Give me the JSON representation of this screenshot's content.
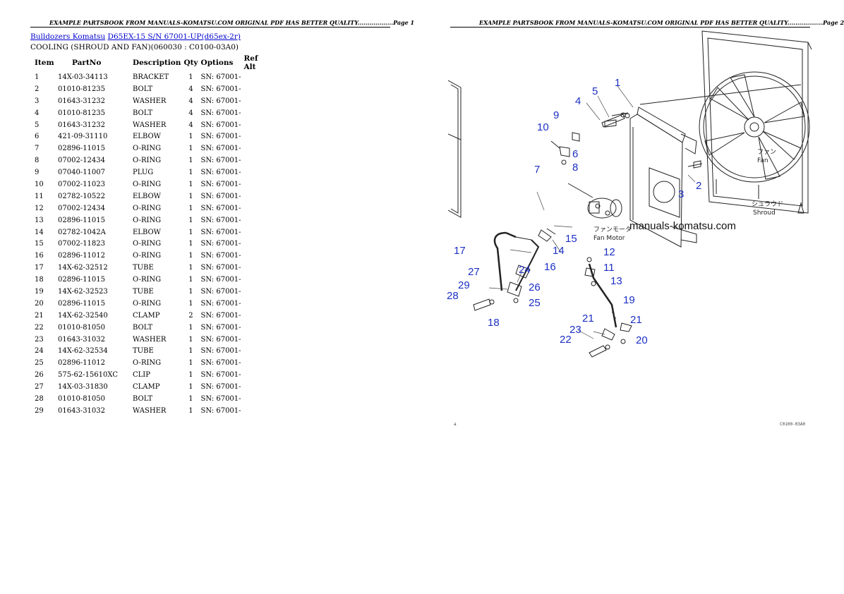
{
  "left_page": {
    "header": "EXAMPLE PARTSBOOK FROM MANUALS-KOMATSU.COM ORIGINAL PDF HAS BETTER QUALITY..................Page 1",
    "breadcrumb": {
      "link1": "Bulldozers Komatsu",
      "link2": "D65EX-15 S/N 67001-UP(d65ex-2r)"
    },
    "section_title": "COOLING (SHROUD AND FAN)(060030 : C0100-03A0)",
    "columns": [
      "Item",
      "PartNo",
      "Description",
      "Qty",
      "Options",
      "Ref Alt"
    ],
    "rows": [
      [
        "1",
        "14X-03-34113",
        "BRACKET",
        "1",
        "SN: 67001-",
        ""
      ],
      [
        "2",
        "01010-81235",
        "BOLT",
        "4",
        "SN: 67001-",
        ""
      ],
      [
        "3",
        "01643-31232",
        "WASHER",
        "4",
        "SN: 67001-",
        ""
      ],
      [
        "4",
        "01010-81235",
        "BOLT",
        "4",
        "SN: 67001-",
        ""
      ],
      [
        "5",
        "01643-31232",
        "WASHER",
        "4",
        "SN: 67001-",
        ""
      ],
      [
        "6",
        "421-09-31110",
        "ELBOW",
        "1",
        "SN: 67001-",
        ""
      ],
      [
        "7",
        "02896-11015",
        "O-RING",
        "1",
        "SN: 67001-",
        ""
      ],
      [
        "8",
        "07002-12434",
        "O-RING",
        "1",
        "SN: 67001-",
        ""
      ],
      [
        "9",
        "07040-11007",
        "PLUG",
        "1",
        "SN: 67001-",
        ""
      ],
      [
        "10",
        "07002-11023",
        "O-RING",
        "1",
        "SN: 67001-",
        ""
      ],
      [
        "11",
        "02782-10522",
        "ELBOW",
        "1",
        "SN: 67001-",
        ""
      ],
      [
        "12",
        "07002-12434",
        "O-RING",
        "1",
        "SN: 67001-",
        ""
      ],
      [
        "13",
        "02896-11015",
        "O-RING",
        "1",
        "SN: 67001-",
        ""
      ],
      [
        "14",
        "02782-1042A",
        "ELBOW",
        "1",
        "SN: 67001-",
        ""
      ],
      [
        "15",
        "07002-11823",
        "O-RING",
        "1",
        "SN: 67001-",
        ""
      ],
      [
        "16",
        "02896-11012",
        "O-RING",
        "1",
        "SN: 67001-",
        ""
      ],
      [
        "17",
        "14X-62-32512",
        "TUBE",
        "1",
        "SN: 67001-",
        ""
      ],
      [
        "18",
        "02896-11015",
        "O-RING",
        "1",
        "SN: 67001-",
        ""
      ],
      [
        "19",
        "14X-62-32523",
        "TUBE",
        "1",
        "SN: 67001-",
        ""
      ],
      [
        "20",
        "02896-11015",
        "O-RING",
        "1",
        "SN: 67001-",
        ""
      ],
      [
        "21",
        "14X-62-32540",
        "CLAMP",
        "2",
        "SN: 67001-",
        ""
      ],
      [
        "22",
        "01010-81050",
        "BOLT",
        "1",
        "SN: 67001-",
        ""
      ],
      [
        "23",
        "01643-31032",
        "WASHER",
        "1",
        "SN: 67001-",
        ""
      ],
      [
        "24",
        "14X-62-32534",
        "TUBE",
        "1",
        "SN: 67001-",
        ""
      ],
      [
        "25",
        "02896-11012",
        "O-RING",
        "1",
        "SN: 67001-",
        ""
      ],
      [
        "26",
        "575-62-15610XC",
        "CLIP",
        "1",
        "SN: 67001-",
        ""
      ],
      [
        "27",
        "14X-03-31830",
        "CLAMP",
        "1",
        "SN: 67001-",
        ""
      ],
      [
        "28",
        "01010-81050",
        "BOLT",
        "1",
        "SN: 67001-",
        ""
      ],
      [
        "29",
        "01643-31032",
        "WASHER",
        "1",
        "SN: 67001-",
        ""
      ]
    ]
  },
  "right_page": {
    "header": "EXAMPLE PARTSBOOK FROM MANUALS-KOMATSU.COM ORIGINAL PDF HAS BETTER QUALITY..................Page 2",
    "diagram": {
      "watermark": "manuals-komatsu.com",
      "label_fan_jp": "ファン",
      "label_fan": "Fan",
      "label_shroud_jp": "シュラウド",
      "label_shroud": "Shroud",
      "label_motor_jp": "ファンモータ",
      "label_motor": "Fan Motor",
      "callouts": [
        "1",
        "2",
        "3",
        "4",
        "5",
        "6",
        "7",
        "8",
        "9",
        "10",
        "11",
        "12",
        "13",
        "14",
        "15",
        "16",
        "17",
        "18",
        "19",
        "20",
        "21",
        "21",
        "22",
        "23",
        "24",
        "25",
        "26",
        "27",
        "28",
        "29"
      ]
    },
    "footer_left": "a",
    "footer_right": "C0100-03A0"
  }
}
